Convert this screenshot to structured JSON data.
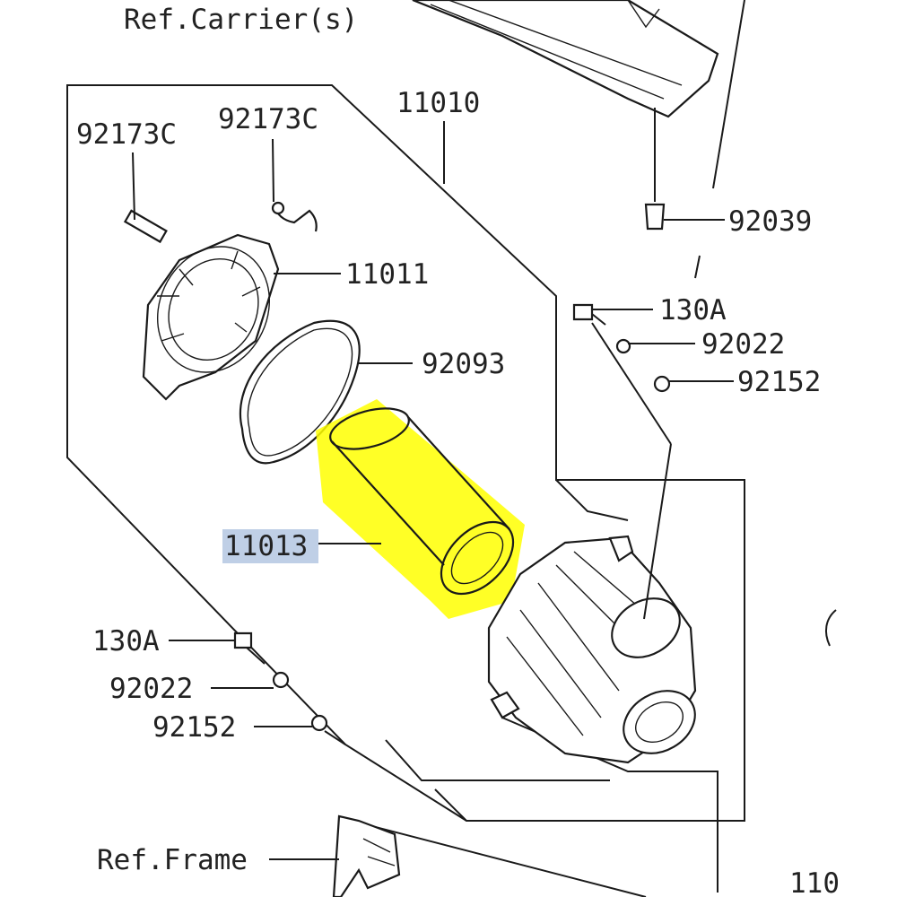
{
  "diagram": {
    "labels": {
      "ref_carrier": "Ref.Carrier(s)",
      "p11010": "11010",
      "p92173c_a": "92173C",
      "p92173c_b": "92173C",
      "p11011": "11011",
      "p92093": "92093",
      "p11013": "11013",
      "p92039": "92039",
      "p130a_r": "130A",
      "p92022_r": "92022",
      "p92152_r": "92152",
      "p130a_l": "130A",
      "p92022_l": "92022",
      "p92152_l": "92152",
      "ref_frame": "Ref.Frame",
      "p_cut": "110"
    },
    "highlight": {
      "part": "11013",
      "fill_color": "#ffff00",
      "label_bg_color": "#bfcfe6"
    }
  }
}
